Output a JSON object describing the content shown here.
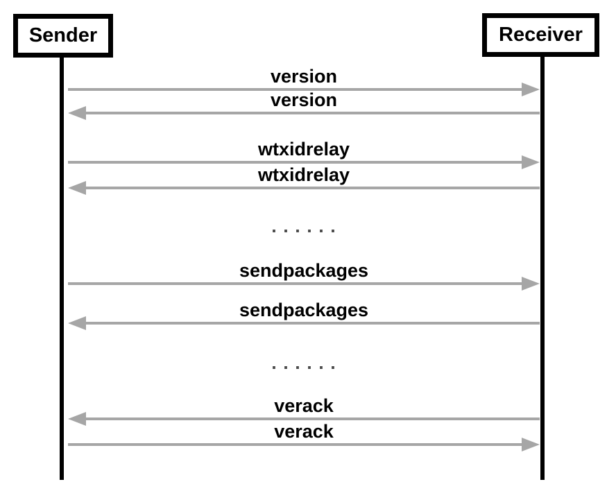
{
  "actors": {
    "sender": {
      "label": "Sender"
    },
    "receiver": {
      "label": "Receiver"
    }
  },
  "messages": [
    {
      "label": "version",
      "direction": "right",
      "from": "Sender",
      "to": "Receiver"
    },
    {
      "label": "version",
      "direction": "left",
      "from": "Receiver",
      "to": "Sender"
    },
    {
      "label": "wtxidrelay",
      "direction": "right",
      "from": "Sender",
      "to": "Receiver"
    },
    {
      "label": "wtxidrelay",
      "direction": "left",
      "from": "Receiver",
      "to": "Sender"
    },
    {
      "label": "sendpackages",
      "direction": "right",
      "from": "Sender",
      "to": "Receiver"
    },
    {
      "label": "sendpackages",
      "direction": "left",
      "from": "Receiver",
      "to": "Sender"
    },
    {
      "label": "verack",
      "direction": "left",
      "from": "Receiver",
      "to": "Sender"
    },
    {
      "label": "verack",
      "direction": "right",
      "from": "Sender",
      "to": "Receiver"
    }
  ],
  "separators": [
    {
      "text": ". . . . . ."
    },
    {
      "text": ". . . . . ."
    }
  ],
  "colors": {
    "background": "#ffffff",
    "lifeline": "#000000",
    "actor_border": "#000000",
    "label_text": "#000000",
    "arrow": "#a6a6a6",
    "dots": "#4a4a4a"
  }
}
